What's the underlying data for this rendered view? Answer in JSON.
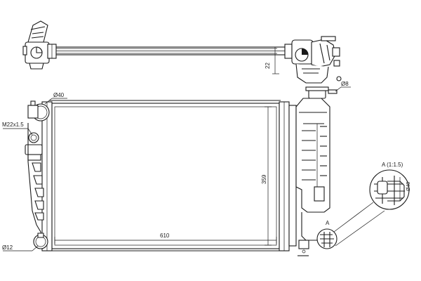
{
  "dimensions": {
    "core_width": "610",
    "core_height": "359",
    "top_view_offset": "22",
    "inlet_diameter": "Ø40",
    "thread": "M22x1.5",
    "drain_diameter": "Ø12",
    "vent_diameter": "Ø8"
  },
  "detail": {
    "marker": "A",
    "title": "A (1:1.5)",
    "diameter": "Ø40"
  }
}
